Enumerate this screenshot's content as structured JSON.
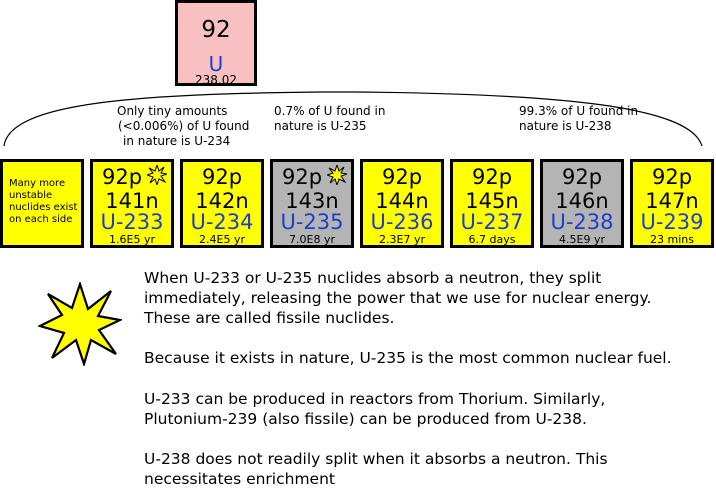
{
  "element": {
    "number": "92",
    "symbol": "U",
    "mass": "238.02"
  },
  "notes": {
    "u234": [
      "Only tiny amounts",
      "(<0.006%) of U found",
      "in nature is U-234"
    ],
    "u235": [
      "0.7% of U found in",
      "nature is U-235"
    ],
    "u238": [
      "99.3% of U found in",
      "nature is U-238"
    ]
  },
  "side_box": {
    "lines": [
      "Many more",
      "unstable",
      "nuclides exist",
      "on each side"
    ]
  },
  "nuclides": [
    {
      "protons": "92p",
      "neutrons": "141n",
      "name": "U-233",
      "half_life": "1.6E5 yr",
      "color": "#ffff00",
      "fissile": true
    },
    {
      "protons": "92p",
      "neutrons": "142n",
      "name": "U-234",
      "half_life": "2.4E5 yr",
      "color": "#ffff00",
      "fissile": false
    },
    {
      "protons": "92p",
      "neutrons": "143n",
      "name": "U-235",
      "half_life": "7.0E8 yr",
      "color": "#b4b4b4",
      "fissile": true
    },
    {
      "protons": "92p",
      "neutrons": "144n",
      "name": "U-236",
      "half_life": "2.3E7 yr",
      "color": "#ffff00",
      "fissile": false
    },
    {
      "protons": "92p",
      "neutrons": "145n",
      "name": "U-237",
      "half_life": "6.7 days",
      "color": "#ffff00",
      "fissile": false
    },
    {
      "protons": "92p",
      "neutrons": "146n",
      "name": "U-238",
      "half_life": "4.5E9 yr",
      "color": "#b4b4b4",
      "fissile": false
    },
    {
      "protons": "92p",
      "neutrons": "147n",
      "name": "U-239",
      "half_life": "23 mins",
      "color": "#ffff00",
      "fissile": false
    }
  ],
  "explanation": {
    "p1": [
      "When U-233 or U-235 nuclides absorb a neutron, they split",
      "immediately, releasing the power that we use for nuclear energy.",
      "These are called fissile nuclides."
    ],
    "p2": [
      "Because it exists in nature, U-235 is the most common nuclear fuel."
    ],
    "p3": [
      "U-233 can be produced in reactors from Thorium. Similarly,",
      "Plutonium-239 (also fissile) can be produced from U-238."
    ],
    "p4": [
      "U-238 does not readily split when it absorbs a neutron. This",
      "necessitates enrichment"
    ]
  },
  "colors": {
    "symbol_blue": "#1f3fc8",
    "stable_grey": "#b4b4b4",
    "yellow": "#ffff00",
    "element_pink": "#f8c0c0"
  }
}
